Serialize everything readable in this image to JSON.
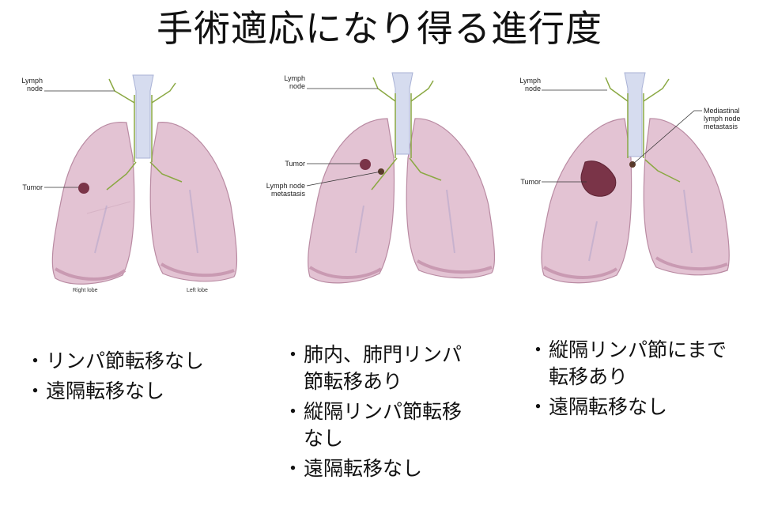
{
  "title": "手術適応になり得る進行度",
  "colors": {
    "lung_fill": "#e3c3d3",
    "lung_shade": "#c99ab2",
    "trachea": "#d6dcef",
    "lymph_vessel": "#8aa842",
    "tumor": "#7a3448",
    "text": "#111111"
  },
  "panels": [
    {
      "labels": {
        "lymph_node": "Lymph\nnode",
        "tumor": "Tumor",
        "right_lobe": "Right lobe",
        "left_lobe": "Left lobe"
      },
      "bullets": [
        "リンパ節転移なし",
        "遠隔転移なし"
      ]
    },
    {
      "labels": {
        "lymph_node": "Lymph\nnode",
        "tumor": "Tumor",
        "lymph_node_metastasis": "Lymph node\nmetastasis"
      },
      "bullets": [
        "肺内、肺門リンパ節転移あり",
        "縦隔リンパ節転移なし",
        "遠隔転移なし"
      ]
    },
    {
      "labels": {
        "lymph_node": "Lymph\nnode",
        "tumor": "Tumor",
        "mediastinal_metastasis": "Mediastinal\nlymph node\nmetastasis"
      },
      "bullets": [
        "縦隔リンパ節にまで転移あり",
        "遠隔転移なし"
      ]
    }
  ],
  "bullet_symbol": "・"
}
